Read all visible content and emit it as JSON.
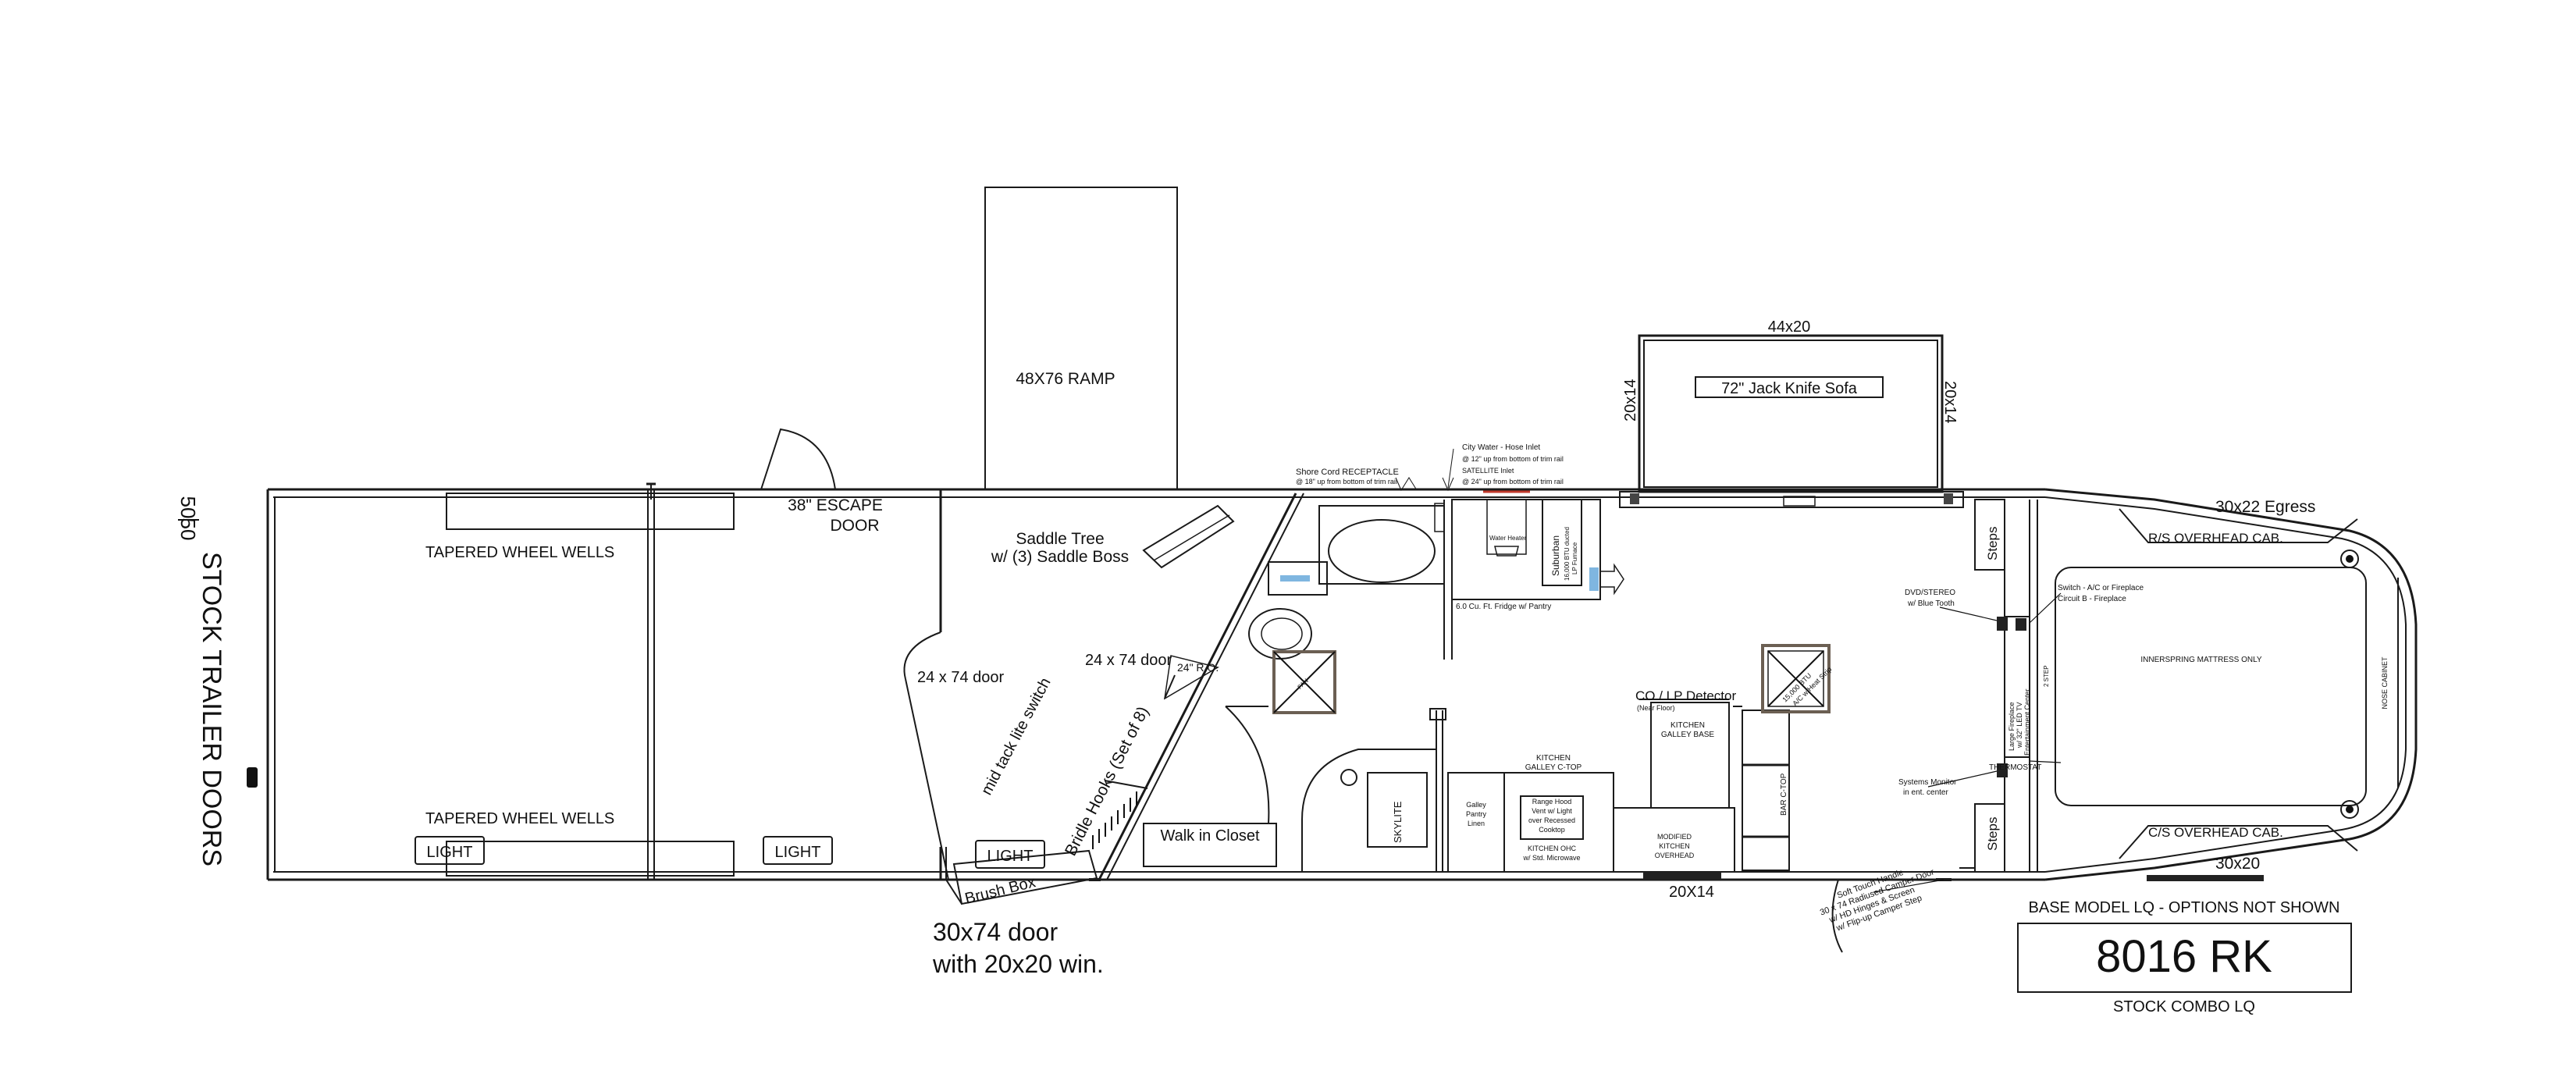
{
  "model": {
    "number": "8016 RK",
    "heading": "BASE MODEL LQ - OPTIONS NOT SHOWN",
    "subtitle": "STOCK COMBO LQ"
  },
  "rear": {
    "doors": "STOCK TRAILER DOORS",
    "split_top": "50",
    "split_bottom": "50"
  },
  "horse_area": {
    "wheel_well_top": "TAPERED WHEEL WELLS",
    "wheel_well_bottom": "TAPERED WHEEL WELLS",
    "light_1": "LIGHT",
    "light_2": "LIGHT",
    "light_3": "LIGHT",
    "escape_door_1": "38\" ESCAPE",
    "escape_door_2": "DOOR",
    "ramp": "48X76 RAMP",
    "door_24x74": "24 x 74 door",
    "tack_switch": "mid tack lite switch"
  },
  "tack_room": {
    "saddle_tree_1": "Saddle Tree",
    "saddle_tree_2": "w/ (3) Saddle Boss",
    "door_24x74": "24 x 74 door",
    "ro": "24\" R.O.",
    "bridle_hooks": "Bridle Hooks (Set of 8)",
    "brush_box": "Brush Box",
    "entry_door_1": "30x74 door",
    "entry_door_2": "with 20x20 win.",
    "walk_in_closet": "Walk in Closet"
  },
  "bath": {
    "vent": "FAN",
    "skylite": "SKYLITE"
  },
  "utilities": {
    "shore_cord_1": "Shore Cord RECEPTACLE",
    "shore_cord_2": "@ 18\" up from bottom of trim rail",
    "city_water_1": "City Water - Hose Inlet",
    "city_water_2": "@ 12\" up from bottom of trim rail",
    "satellite_1": "SATELLITE Inlet",
    "satellite_2": "@ 24\" up from bottom of trim rail",
    "water_heater": "Water Heater",
    "furnace_1": "Suburban",
    "furnace_2": "16,000 BTU ducted",
    "furnace_3": "LP Furnace",
    "fridge": "6.0 Cu. Ft. Fridge w/ Pantry"
  },
  "kitchen": {
    "co_detector": "CO / LP Detector",
    "near_floor": "(Near Floor)",
    "galley_base_1": "KITCHEN",
    "galley_base_2": "GALLEY BASE",
    "galley_ctop_1": "KITCHEN",
    "galley_ctop_2": "GALLEY C-TOP",
    "pantry_1": "Galley",
    "pantry_2": "Pantry",
    "pantry_3": "Linen",
    "range_1": "Range Hood",
    "range_2": "Vent w/ Light",
    "range_3": "over Recessed",
    "range_4": "Cooktop",
    "ohc_1": "KITCHEN OHC",
    "ohc_2": "w/ Std. Microwave",
    "modified_1": "MODIFIED",
    "modified_2": "KITCHEN",
    "modified_3": "OVERHEAD",
    "bar_ctop": "BAR C-TOP",
    "ac_1": "15,000 BTU",
    "ac_2": "A/C w/Heat Strip",
    "window_20x14": "20X14"
  },
  "slide": {
    "width": "44x20",
    "sofa": "72\" Jack Knife Sofa",
    "window_left": "20x14",
    "window_right": "20x14"
  },
  "gooseneck": {
    "egress": "30x22 Egress",
    "rs_cab": "R/S OVERHEAD CAB.",
    "cs_cab": "C/S OVERHEAD CAB.",
    "window_30x20": "30x20",
    "mattress": "INNERSPRING MATTRESS ONLY",
    "nose_cabinet": "NOSE CABINET",
    "switch_1": "Switch - A/C or Fireplace",
    "switch_2": "Circuit B - Fireplace",
    "steps_top": "Steps",
    "steps_bottom": "Steps",
    "dvd_1": "DVD/STEREO",
    "dvd_2": "w/ Blue Tooth",
    "monitor_1": "Systems Monitor",
    "monitor_2": "in ent. center",
    "thermostat": "THERMOSTAT",
    "fireplace_1": "Large Fireplace",
    "fireplace_2": "w/ 32\" LED TV",
    "fireplace_3": "Entertainment Center",
    "step_label": "2 STEP",
    "camper_door_1": "Soft Touch Handle",
    "camper_door_2": "30 x 74 Radiused Camper Door",
    "camper_door_3": "w/ HD Hinges & Screen",
    "camper_door_4": "w/ Flip-up Camper Step"
  }
}
